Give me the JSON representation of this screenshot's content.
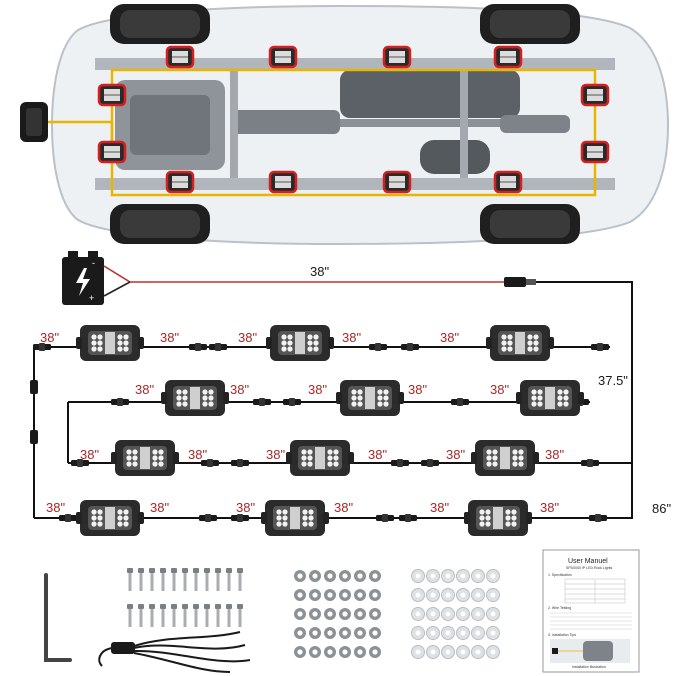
{
  "wiring": {
    "battery_lead": "38\"",
    "right_drop": "37.5\"",
    "bottom_tail": "86\"",
    "segment_label": "38\""
  },
  "manual": {
    "title": "User Manuel",
    "subtitle": "SPD0000 IP LED Rock Lights",
    "section_spec": "1. Specification",
    "section_wire": "2. Wire Testing",
    "section_install": "3. Installation Tips",
    "caption": "Installation Illustration"
  },
  "colors": {
    "harness": "#e8b500",
    "pod_outline": "#d61f1f",
    "cable": "#111111",
    "label": "#a52a2a"
  }
}
